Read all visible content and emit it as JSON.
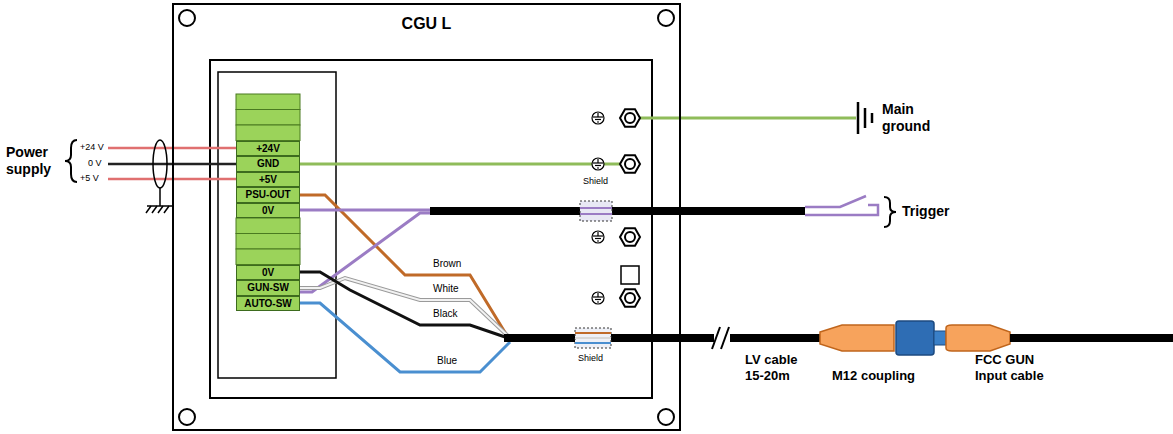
{
  "diagram": {
    "nodes": [
      {
        "text": [
          "CGU L"
        ]
      },
      {
        "text": [
          "+24V"
        ],
        "in": 0
      },
      {
        "text": [
          "GND"
        ],
        "in": 0
      },
      {
        "text": [
          "+5V"
        ],
        "in": 0
      },
      {
        "text": [
          "PSU-OUT"
        ],
        "in": 0
      },
      {
        "text": [
          "0V"
        ],
        "in": 0
      },
      {
        "text": [
          "0V"
        ],
        "in": 0
      },
      {
        "text": [
          "GUN-SW"
        ],
        "in": 0
      },
      {
        "text": [
          "AUTO-SW"
        ],
        "in": 0
      }
    ],
    "labels": [
      "Power supply",
      "+24 V",
      "0 V",
      "+5 V",
      "Main ground",
      "Shield",
      "Trigger",
      "Brown",
      "White",
      "Black",
      "Blue",
      "Shield",
      "LV cable 15-20m",
      "M12 coupling",
      "FCC GUN Input cable"
    ]
  }
}
